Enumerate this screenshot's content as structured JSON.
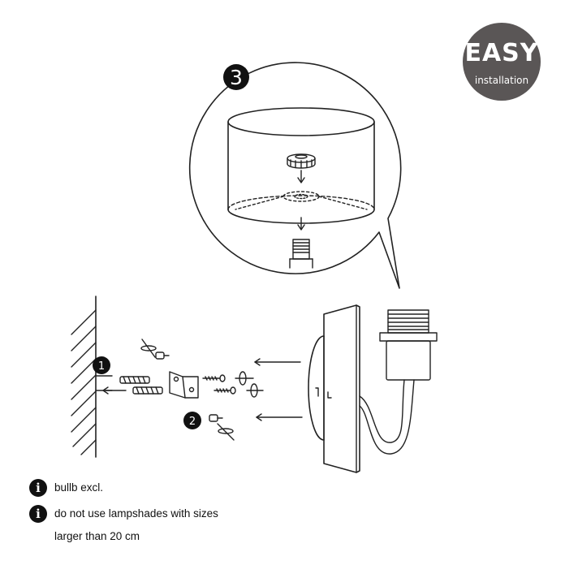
{
  "badge": {
    "title": "EASY",
    "subtitle": "installation"
  },
  "steps": {
    "one": "1",
    "two": "2",
    "three": "3"
  },
  "notes": [
    {
      "icon": "info-icon",
      "lines": [
        "bullb excl."
      ]
    },
    {
      "icon": "info-icon",
      "lines": [
        "do not use lampshades with sizes",
        "larger than 20 cm"
      ]
    }
  ]
}
